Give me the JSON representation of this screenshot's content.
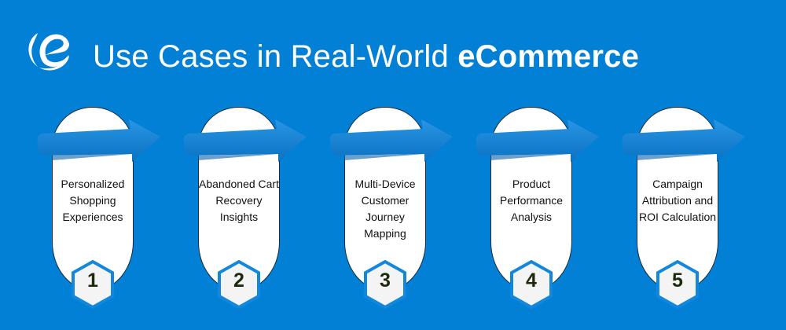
{
  "header": {
    "title_light": "Use Cases in Real-World ",
    "title_bold": "eCommerce",
    "logo": "e-logo-icon"
  },
  "colors": {
    "background": "#0180d6",
    "card": "#ffffff",
    "band": "#0a7fd4",
    "badge_border": "#1287dc",
    "number_text": "#1c2a0a"
  },
  "cards": [
    {
      "number": "1",
      "label": "Personalized Shopping Experiences"
    },
    {
      "number": "2",
      "label": "Abandoned Cart Recovery Insights"
    },
    {
      "number": "3",
      "label": "Multi-Device Customer Journey Mapping"
    },
    {
      "number": "4",
      "label": "Product Performance Analysis"
    },
    {
      "number": "5",
      "label": "Campaign Attribution and ROI Calculation"
    }
  ]
}
